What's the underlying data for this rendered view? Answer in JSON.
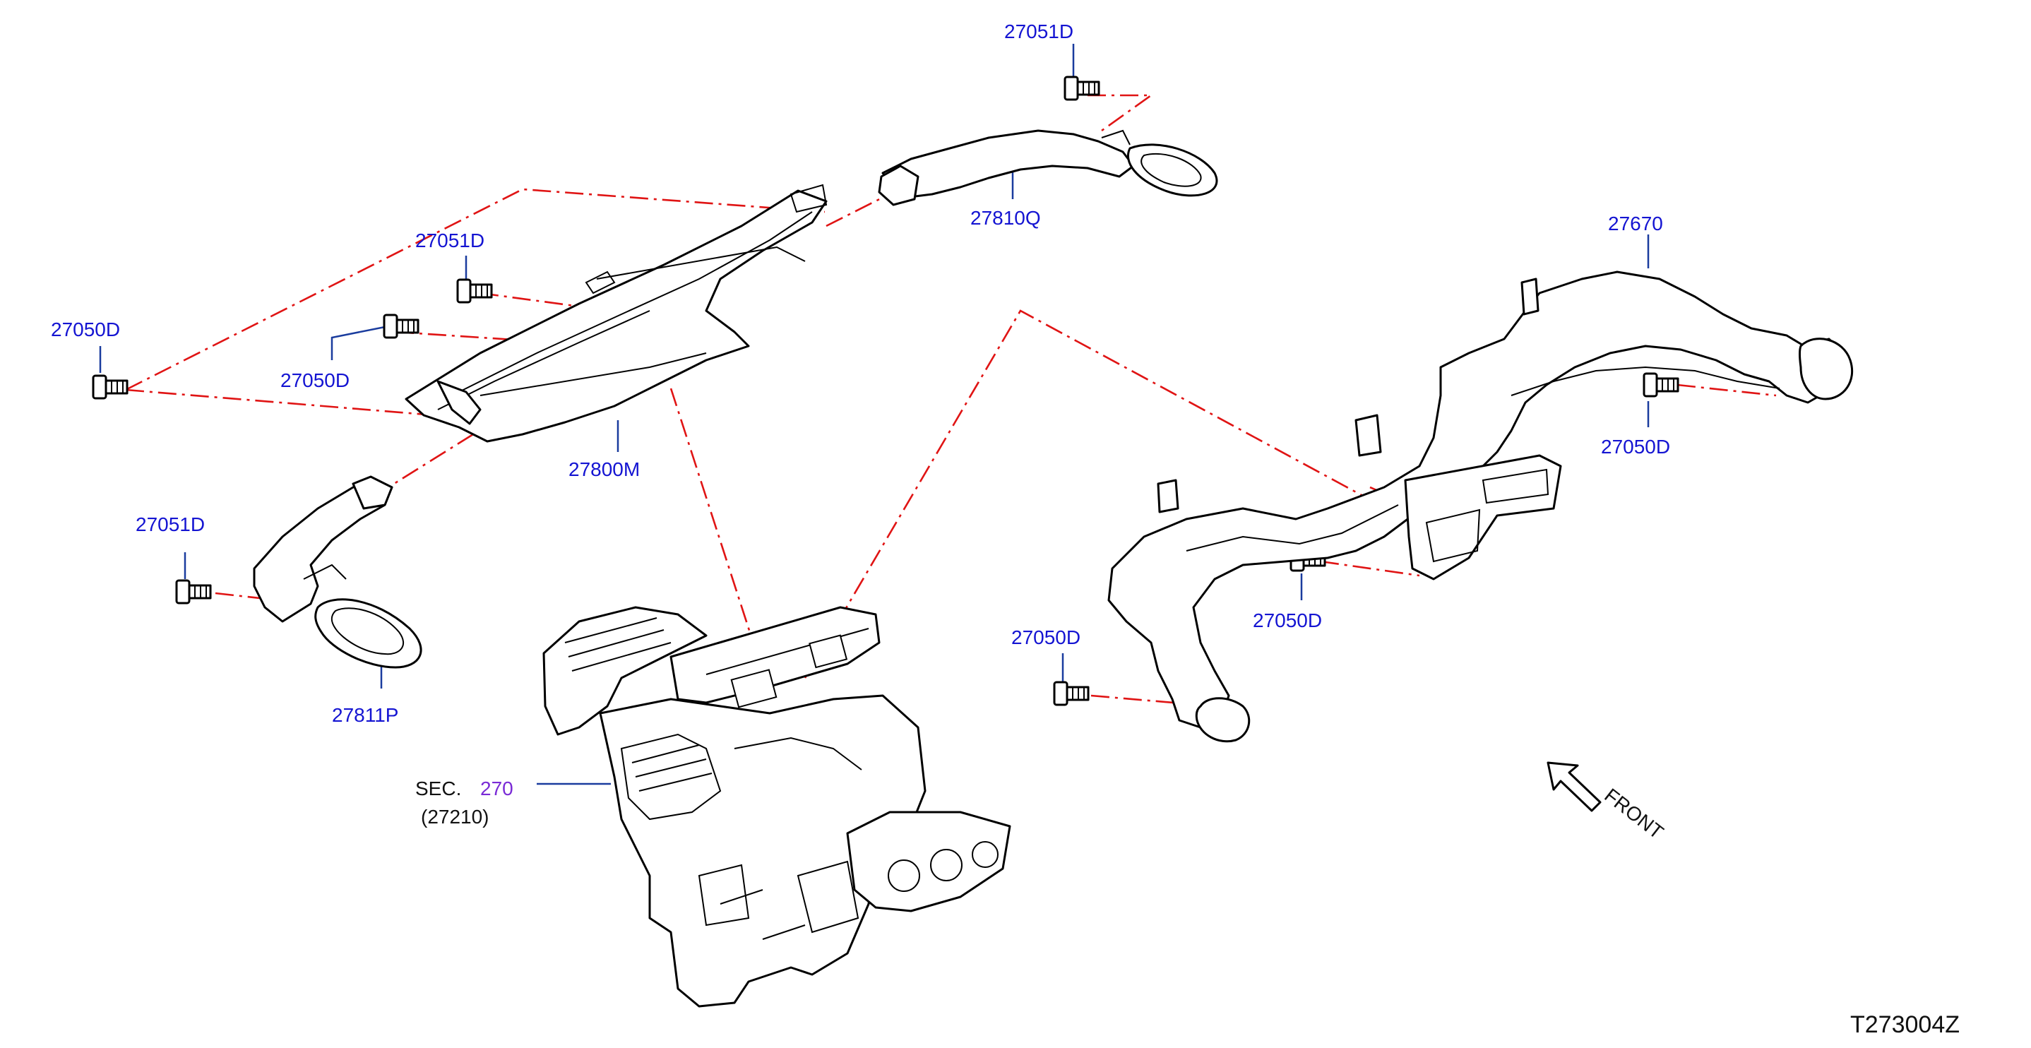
{
  "diagram_code": "T273004Z",
  "front_label": "FRONT",
  "section": {
    "prefix": "SEC.",
    "number": "270",
    "sub": "(27210)"
  },
  "parts": {
    "p27051D_top": "27051D",
    "p27810Q": "27810Q",
    "p27051D_mid": "27051D",
    "p27050D_left": "27050D",
    "p27050D_mid": "27050D",
    "p27800M": "27800M",
    "p27051D_low": "27051D",
    "p27811P": "27811P",
    "p27670": "27670",
    "p27050D_right": "27050D",
    "p27050D_rmid": "27050D",
    "p27050D_bottom": "27050D"
  },
  "colors": {
    "label": "#1414d2",
    "phantom_line": "#e01414",
    "leader": "#1a3c9e",
    "section_number": "#7a2bd6"
  }
}
